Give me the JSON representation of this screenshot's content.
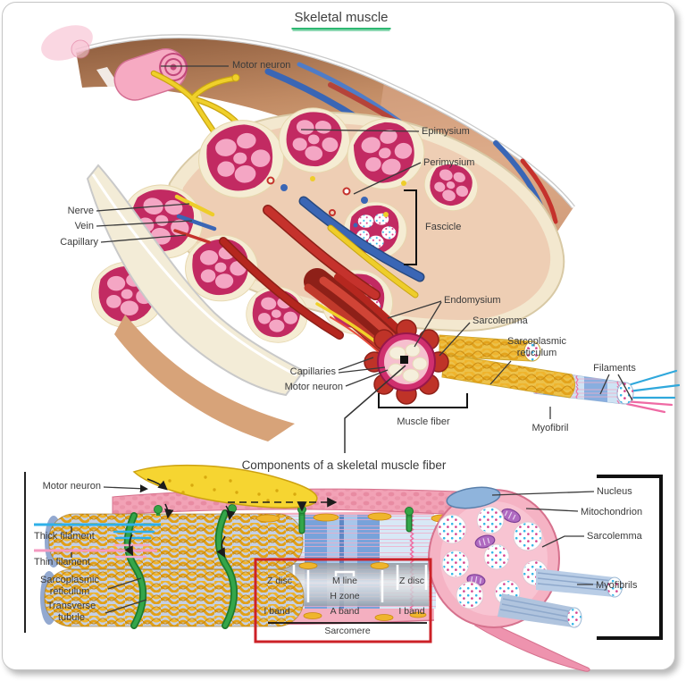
{
  "title": "Skeletal muscle",
  "top": {
    "motor_neuron": "Motor neuron",
    "epimysium": "Epimysium",
    "perimysium": "Perimysium",
    "fascicle": "Fascicle",
    "nerve": "Nerve",
    "vein": "Vein",
    "capillary": "Capillary",
    "endomysium": "Endomysium",
    "sarcolemma": "Sarcolemma",
    "sarcoplasmic_reticulum": "Sarcoplasmic reticulum",
    "filaments": "Filaments",
    "capillaries": "Capillaries",
    "motor_neuron_2": "Motor neuron",
    "muscle_fiber": "Muscle fiber",
    "myofibril": "Myofibril"
  },
  "bottom": {
    "title": "Components of a skeletal muscle fiber",
    "motor_neuron": "Motor neuron",
    "thick_filament": "Thick filament",
    "thin_filament": "Thin filament",
    "sarcoplasmic_reticulum": "Sarcoplasmic reticulum",
    "transverse_tubule": "Transverse tubule",
    "nucleus": "Nucleus",
    "mitochondrion": "Mitochondrion",
    "sarcolemma": "Sarcolemma",
    "myofibrils": "Myofibrils",
    "z_disc_left": "Z disc",
    "m_line": "M line",
    "z_disc_right": "Z disc",
    "h_zone": "H zone",
    "i_band_left": "I band",
    "a_band": "A band",
    "i_band_right": "I band",
    "sarcomere": "Sarcomere"
  },
  "colors": {
    "title_underline": "#2eb872",
    "sarcomere_box": "#cc2127",
    "thick_filament_line": "#2fb0e8",
    "thin_filament_line": "#f49ac1"
  }
}
